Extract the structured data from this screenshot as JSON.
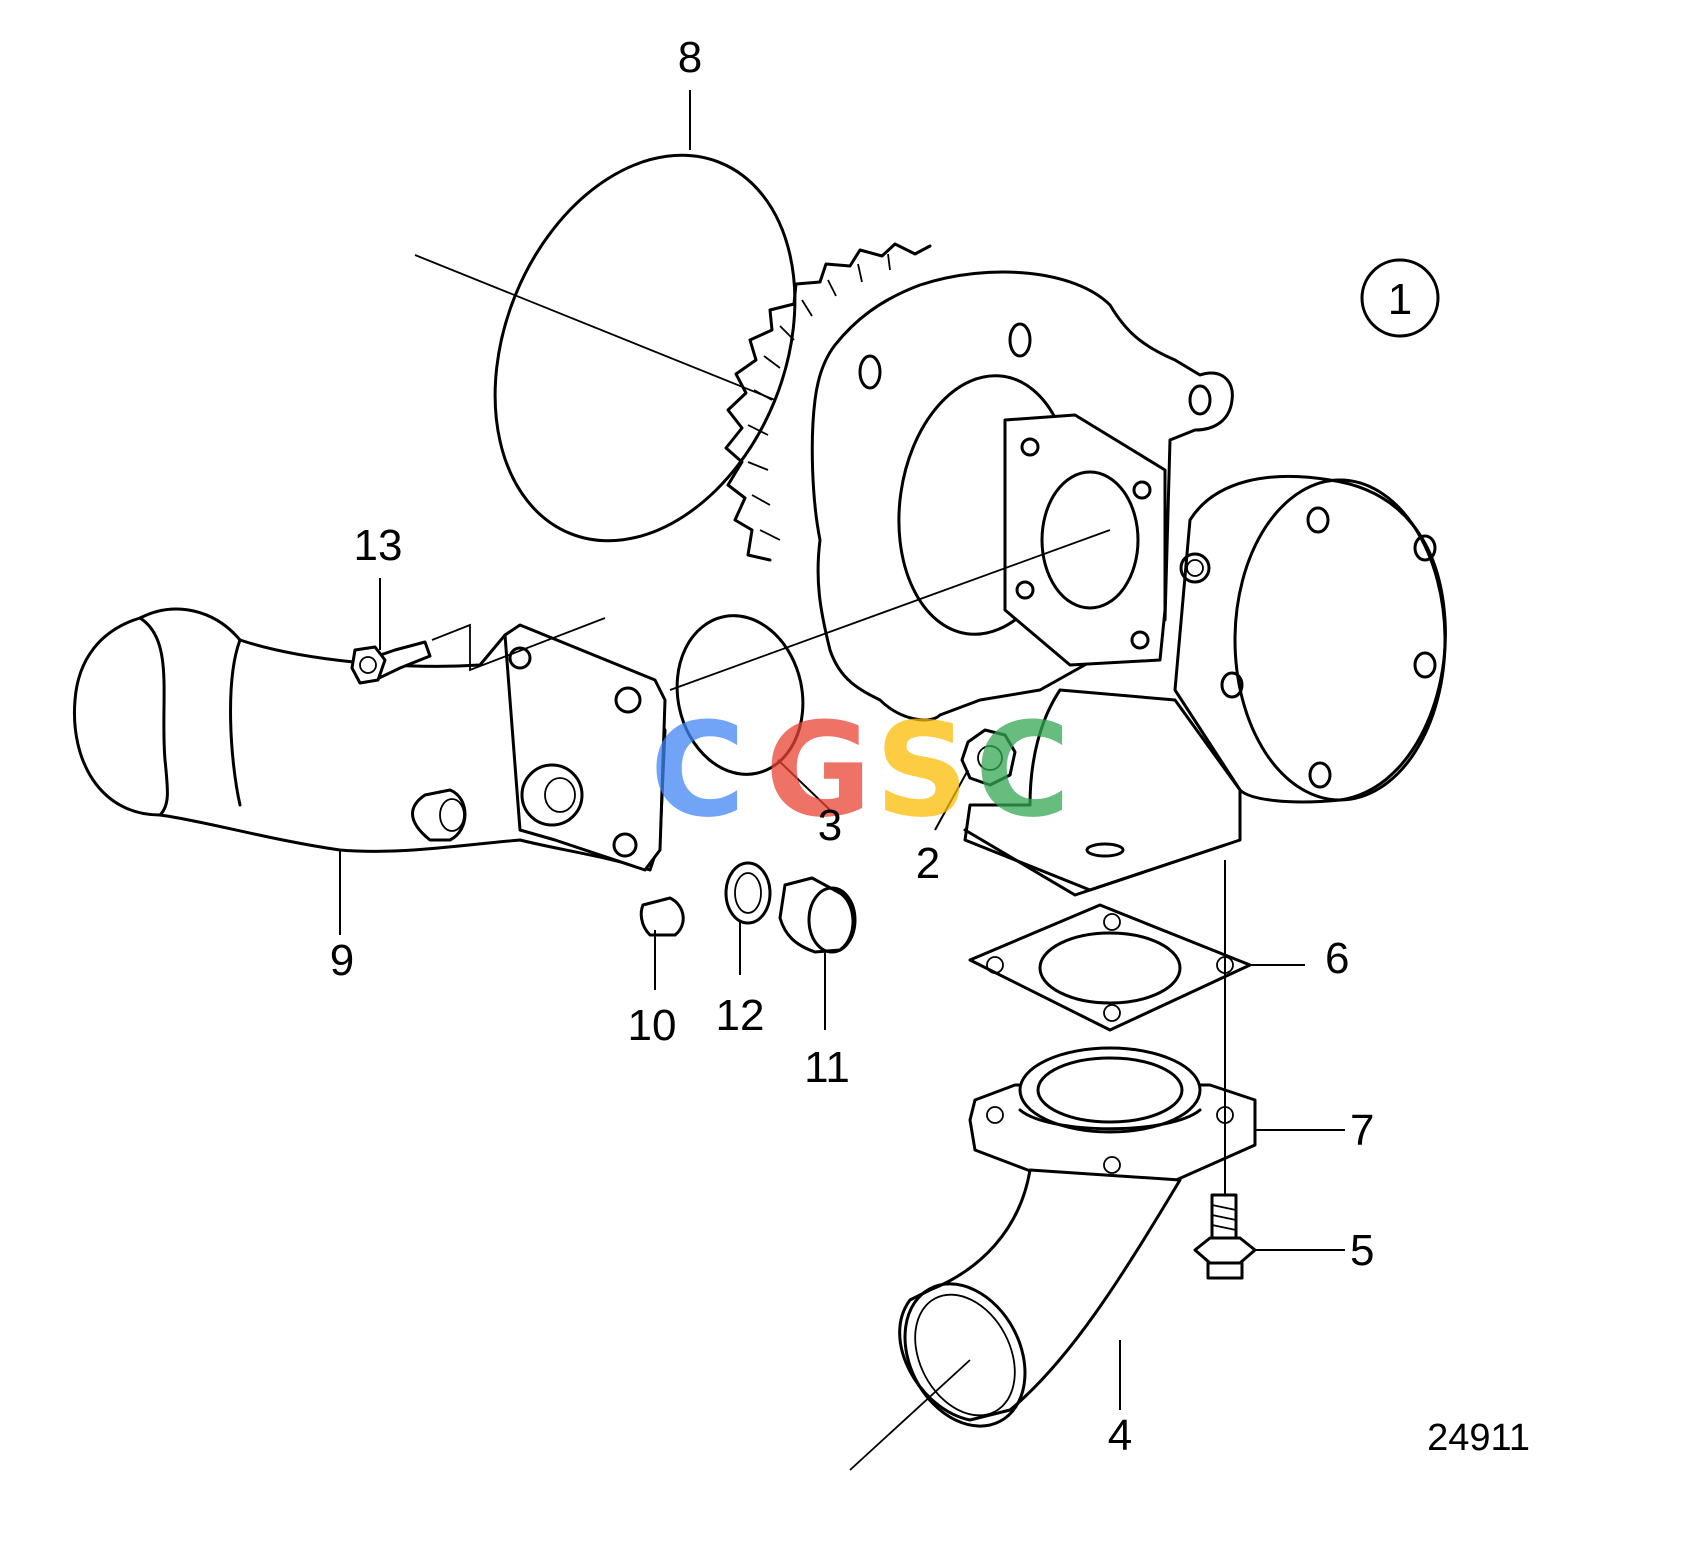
{
  "diagram": {
    "group_badge": "1",
    "drawing_number": "24911",
    "watermark": {
      "letters": [
        "C",
        "G",
        "S",
        "C"
      ],
      "colors": [
        "#4285F4",
        "#EA4335",
        "#FBBC05",
        "#34A853"
      ]
    },
    "callouts": {
      "c2": "2",
      "c3": "3",
      "c4": "4",
      "c5": "5",
      "c6": "6",
      "c7": "7",
      "c8": "8",
      "c9": "9",
      "c10": "10",
      "c11": "11",
      "c12": "12",
      "c13": "13"
    }
  }
}
